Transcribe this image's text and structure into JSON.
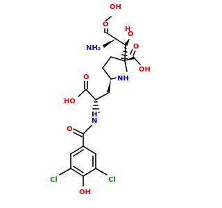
{
  "colors": {
    "bond": "#000000",
    "oxygen": "#ff0000",
    "nitrogen": "#0000ff",
    "chlorine": "#00a000",
    "background": "#ffffff"
  },
  "labels": {
    "top_cooh_OH": "OH",
    "top_cooh_O": "O",
    "amine_NH2": "NH₂",
    "hydroxyl_O": "O",
    "hydroxyl_H": "H",
    "ring_cooh_OH": "OH",
    "ring_cooh_O": "O",
    "ring_NH": "NH",
    "side_cooh_O": "O",
    "side_cooh_HO": "HO",
    "amide_N": "N",
    "amide_H": "H",
    "amide_O": "O",
    "cl_left": "Cl",
    "cl_right": "Cl",
    "phenol_OH": "OH"
  }
}
